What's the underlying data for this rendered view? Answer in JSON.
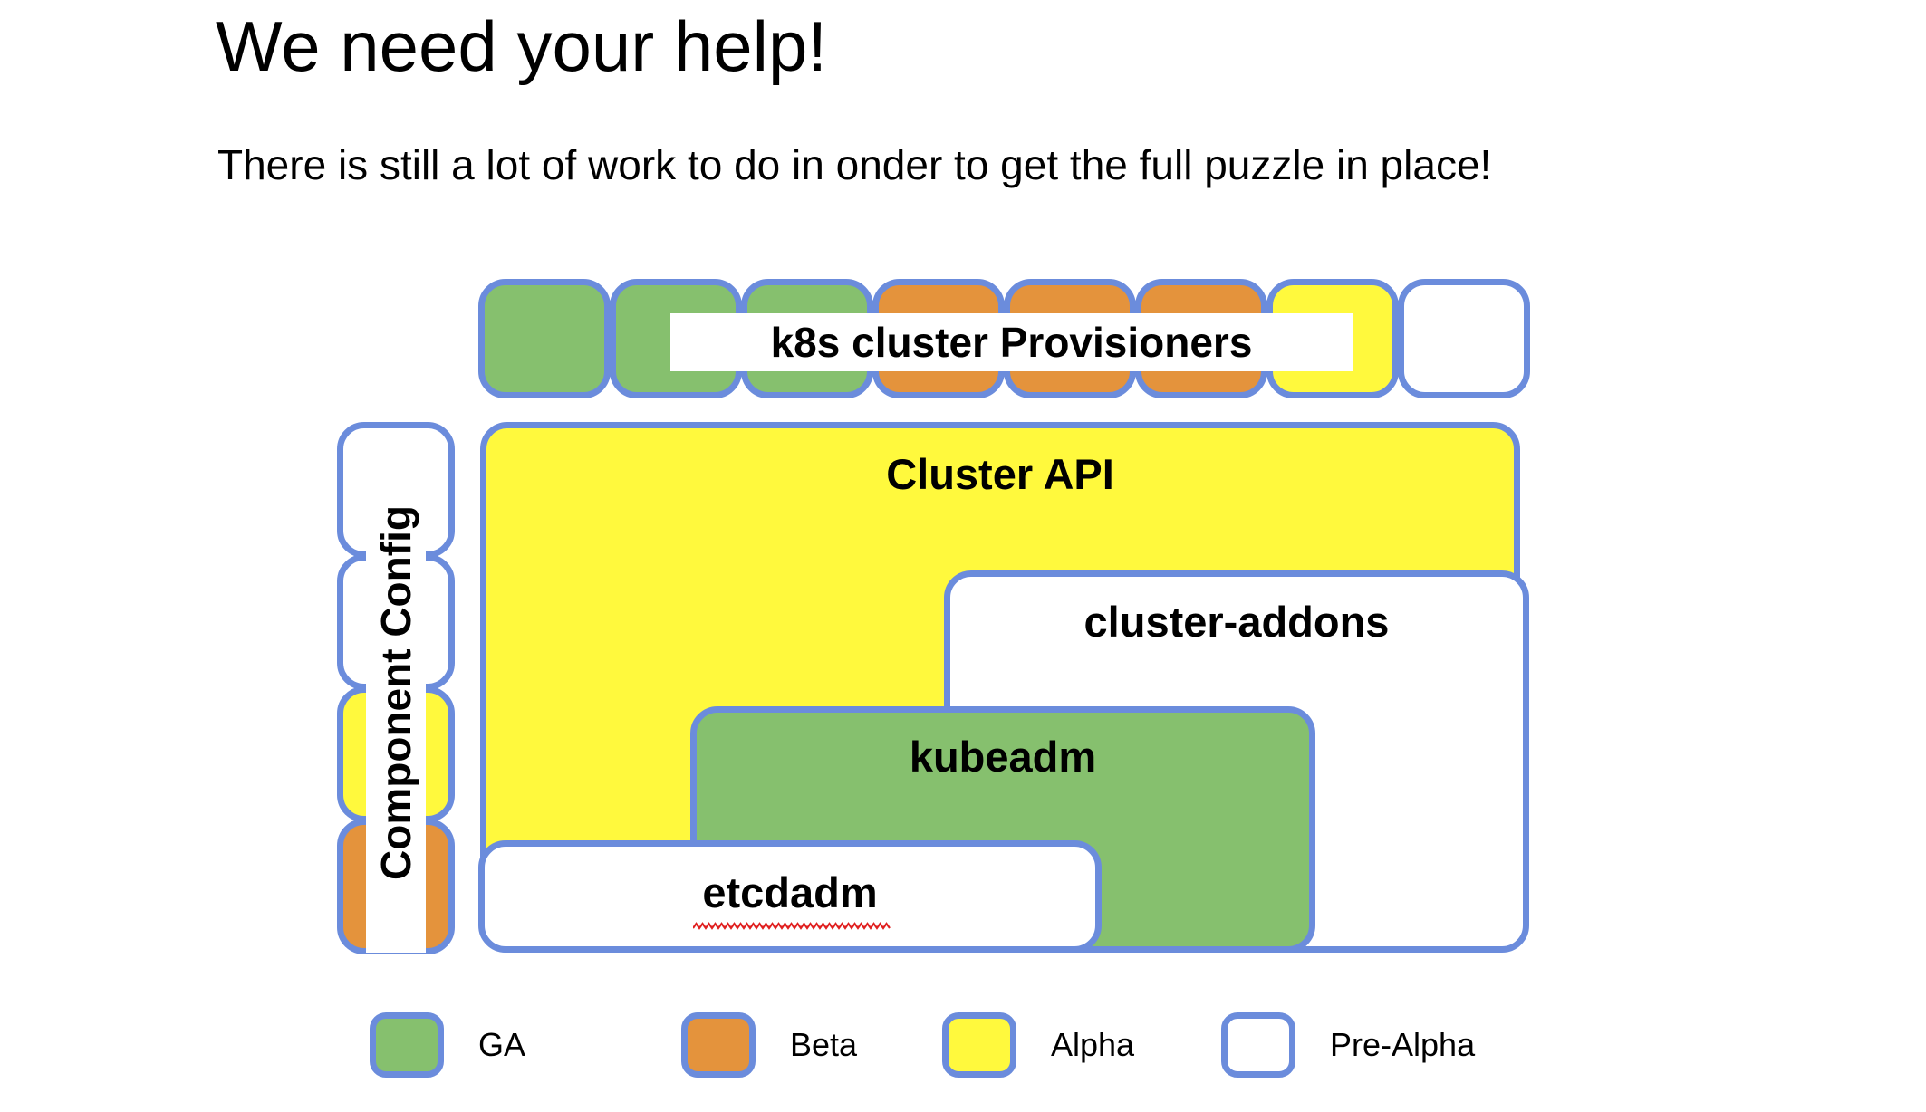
{
  "header": {
    "title": "We need your help!",
    "subtitle": "There is still a lot of work to do in onder to get the full puzzle in place!"
  },
  "colors": {
    "ga_green": "#86c06e",
    "beta_orange": "#e4933c",
    "alpha_yellow": "#fff93d",
    "pre_alpha_white": "#ffffff",
    "border_blue": "#6b8cdc",
    "spellcheck_red": "#e02020"
  },
  "provisioners": {
    "label": "k8s cluster Provisioners",
    "tiles": [
      {
        "status": "GA",
        "color": "green"
      },
      {
        "status": "GA",
        "color": "green"
      },
      {
        "status": "GA",
        "color": "green"
      },
      {
        "status": "Beta",
        "color": "orange"
      },
      {
        "status": "Beta",
        "color": "orange"
      },
      {
        "status": "Beta",
        "color": "orange"
      },
      {
        "status": "Alpha",
        "color": "yellow"
      },
      {
        "status": "Pre-Alpha",
        "color": "white"
      }
    ]
  },
  "component_config": {
    "label": "Component Config",
    "tiles": [
      {
        "status": "Pre-Alpha",
        "color": "white"
      },
      {
        "status": "Pre-Alpha",
        "color": "white"
      },
      {
        "status": "Alpha",
        "color": "yellow"
      },
      {
        "status": "Beta",
        "color": "orange"
      }
    ]
  },
  "stack": {
    "cluster_api": {
      "label": "Cluster API",
      "status": "Alpha",
      "color": "yellow"
    },
    "cluster_addons": {
      "label": "cluster-addons",
      "status": "Pre-Alpha",
      "color": "white"
    },
    "kubeadm": {
      "label": "kubeadm",
      "status": "GA",
      "color": "green"
    },
    "etcdadm": {
      "label": "etcdadm",
      "status": "Pre-Alpha",
      "color": "white",
      "spellcheck_underline": true
    }
  },
  "legend": {
    "items": [
      {
        "label": "GA",
        "color": "green"
      },
      {
        "label": "Beta",
        "color": "orange"
      },
      {
        "label": "Alpha",
        "color": "yellow"
      },
      {
        "label": "Pre-Alpha",
        "color": "white"
      }
    ]
  }
}
